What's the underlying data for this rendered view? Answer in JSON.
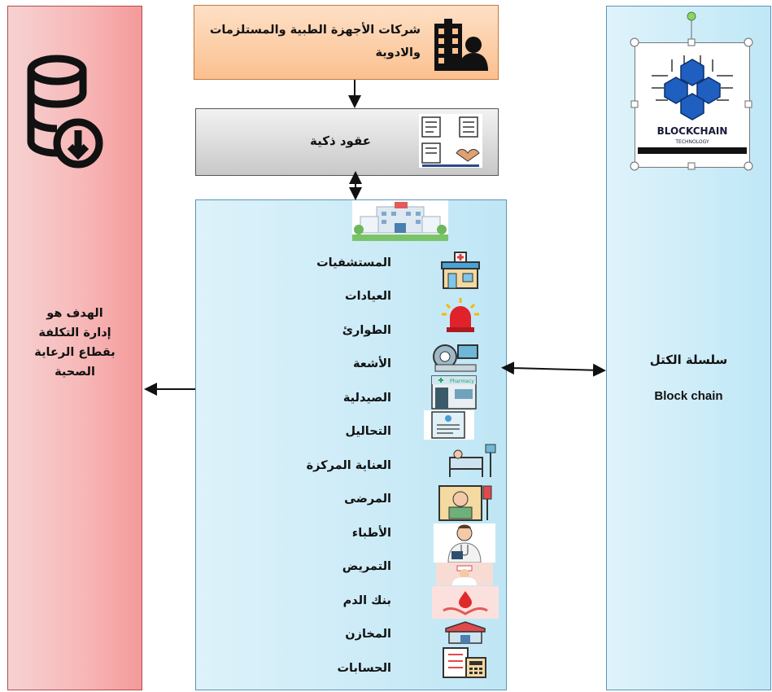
{
  "top_box": {
    "text": "شركات الأجهزة الطبية والمستلزمات والادوية"
  },
  "smart_contracts": {
    "text": "عقود ذكية"
  },
  "left_panel": {
    "lines": [
      "الهدف هو",
      "إدارة التكلفة",
      "بقطاع الرعاية",
      "الصحية"
    ]
  },
  "right_panel": {
    "label": "سلسلة الكتل",
    "label_en": "Block chain",
    "logo_text": "BLOCKCHAIN",
    "logo_sub": "TECHNOLOGY"
  },
  "center_items": [
    {
      "label": "المستشفيات",
      "icon": "hospital-store-icon"
    },
    {
      "label": "العيادات",
      "icon": "siren-icon"
    },
    {
      "label": "الطوارئ",
      "icon": "emergency-icon"
    },
    {
      "label": "الأشعة",
      "icon": "xray-machine-icon"
    },
    {
      "label": "الصيدلية",
      "icon": "pharmacy-icon"
    },
    {
      "label": "التحاليل",
      "icon": "lab-report-icon"
    },
    {
      "label": "العناية المركزة",
      "icon": "icu-bed-icon"
    },
    {
      "label": "المرضى",
      "icon": "patient-icon"
    },
    {
      "label": "الأطباء",
      "icon": "doctor-icon"
    },
    {
      "label": "التمريض",
      "icon": "nurse-icon"
    },
    {
      "label": "بنك الدم",
      "icon": "blood-bank-icon"
    },
    {
      "label": "المخازن",
      "icon": "warehouse-icon"
    },
    {
      "label": "الحسابات",
      "icon": "accounting-icon"
    }
  ],
  "colors": {
    "left_panel": "#f49a9a",
    "right_panel": "#bfe7f6",
    "top_box": "#fcc08f",
    "smart_box": "#d6d6d6",
    "logo_cube": "#1f5fbf"
  }
}
